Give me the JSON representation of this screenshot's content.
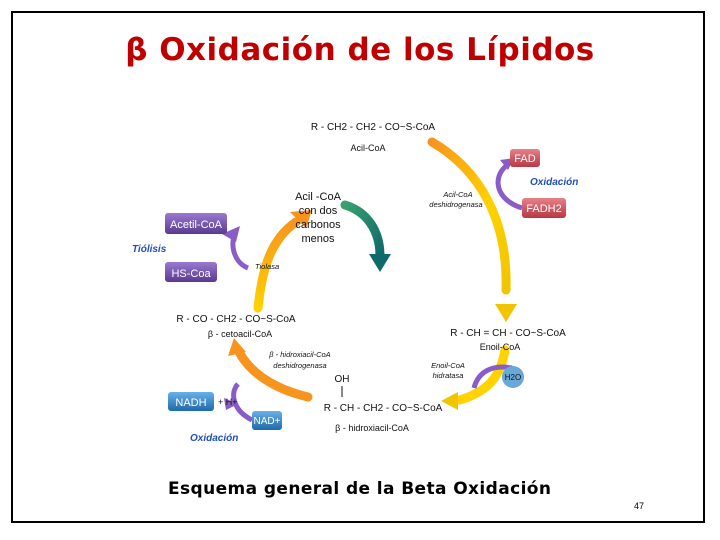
{
  "title": "β Oxidación de los Lípidos",
  "caption": "Esquema general de la Beta Oxidación",
  "page_number": "47",
  "diagram": {
    "acil_coa": {
      "formula": "R - CH2 - CH2 - CO~S-CoA",
      "name": "Acil-CoA"
    },
    "center": {
      "line1": "Acil -CoA",
      "line2": "con dos",
      "line3": "carbonos",
      "line4": "menos"
    },
    "enzyme_1": {
      "line1": "Acil-CoA",
      "line2": "deshidrogenasa"
    },
    "fad": "FAD",
    "fadh2": "FADH2",
    "oxidacion_1": "Oxidación",
    "enoil_coa": {
      "formula": "R - CH = CH - CO~S-CoA",
      "name": "Enoil-CoA"
    },
    "enzyme_2": {
      "line1": "Enoil-CoA",
      "line2": "hidratasa"
    },
    "h2o": "H2O",
    "hidroxiacil": {
      "oh": "OH",
      "formula": "R - CH - CH2 - CO~S-CoA",
      "name": "β - hidroxiacil-CoA"
    },
    "enzyme_3": {
      "line1": "β - hidroxiacil-CoA",
      "line2": "deshidrogenasa"
    },
    "nadh": "NADH",
    "h_plus": "+ H+",
    "nad": "NAD+",
    "oxidacion_2": "Oxidación",
    "cetoacil": {
      "formula": "R - CO - CH2 - CO~S-CoA",
      "name": "β - cetoacil-CoA"
    },
    "tiolasa": "Tiolasa",
    "acetil_coa": "Acetil-CoA",
    "hs_coa": "HS-Coa",
    "tiolisis": "Tiólisis"
  },
  "colors": {
    "title": "#c00000",
    "arc_orange": "#f7941d",
    "arc_yellow": "#ffd200",
    "arc_teal": "#1a8a6a",
    "arc_purple": "#8a5cc8",
    "box_red": "#c0404a",
    "box_purple": "#6a4aa0",
    "box_blue": "#2f7fc0",
    "label_blue": "#1f4fbf"
  }
}
